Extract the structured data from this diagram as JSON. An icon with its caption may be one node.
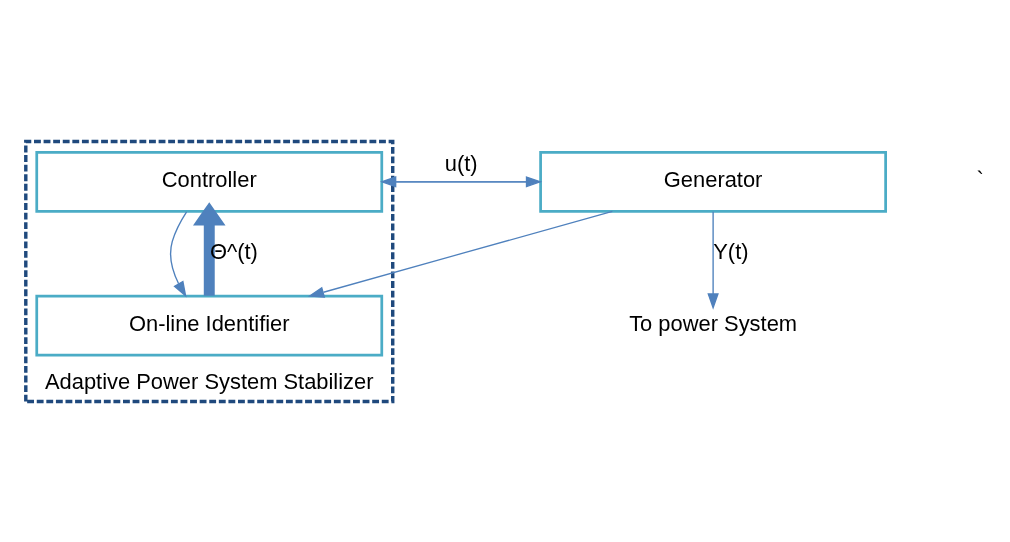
{
  "diagram": {
    "nodes": [
      {
        "text": [
          "Adaptive Power System Stabilizer"
        ]
      },
      {
        "text": [
          "Generator"
        ]
      },
      {
        "text": [
          "Controller"
        ],
        "in": 0
      },
      {
        "text": [
          "On-line Identifier"
        ],
        "in": 0
      },
      {
        "text": [
          "To power System"
        ]
      }
    ],
    "edges": [
      {
        "from": 1,
        "to": 4,
        "arrow": "to",
        "label": "Y(t)"
      },
      {
        "from": 1,
        "to": 2,
        "arrow": "to"
      },
      {
        "from": 1,
        "to": 3,
        "arrow": "to"
      },
      {
        "from": 2,
        "to": 1,
        "arrow": "to",
        "label": "u(t)"
      },
      {
        "from": 2,
        "to": 3,
        "arrow": "to"
      },
      {
        "from": 3,
        "to": 2,
        "arrow": "to",
        "label": "Θ^(t)",
        "style": "thick",
        "color": "#4f81bd"
      }
    ],
    "labels": [
      "`"
    ]
  }
}
